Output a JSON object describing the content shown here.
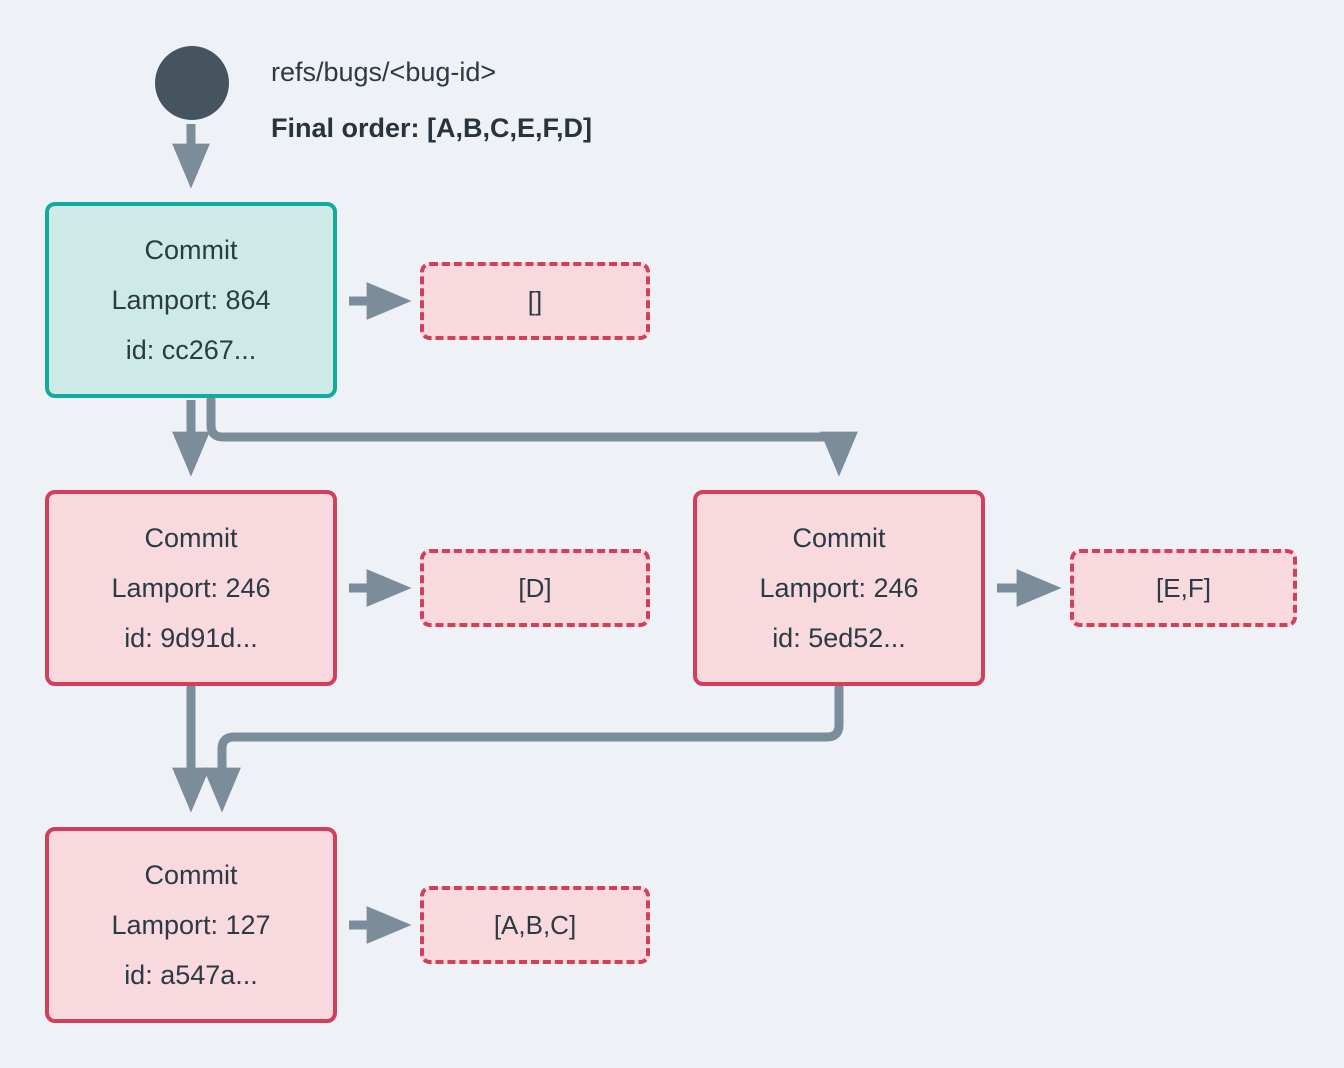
{
  "diagram": {
    "type": "commit-dag",
    "background_color": "#eef2f6",
    "header": {
      "ref_label": "refs/bugs/<bug-id>",
      "final_order_label": "Final order: [A,B,C,E,F,D]"
    },
    "root_node": {
      "name": "branch-head-dot",
      "color": "#46545f"
    },
    "colors": {
      "teal_border": "#11ab9d",
      "teal_fill": "#cdeae7",
      "crimson_border": "#d23f5a",
      "pink_fill": "#f8d9de",
      "edge": "#7b8c9b",
      "text": "#2b3a44"
    },
    "commits": [
      {
        "id": "commit-root",
        "title": "Commit",
        "lamport": "Lamport: 864",
        "hash": "id: cc267...",
        "style": "teal",
        "payload": "[]"
      },
      {
        "id": "commit-left-mid",
        "title": "Commit",
        "lamport": "Lamport: 246",
        "hash": "id: 9d91d...",
        "style": "crimson",
        "payload": "[D]"
      },
      {
        "id": "commit-right-mid",
        "title": "Commit",
        "lamport": "Lamport: 246",
        "hash": "id: 5ed52...",
        "style": "crimson",
        "payload": "[E,F]"
      },
      {
        "id": "commit-bottom",
        "title": "Commit",
        "lamport": "Lamport: 127",
        "hash": "id: a547a...",
        "style": "crimson",
        "payload": "[A,B,C]"
      }
    ],
    "edges": [
      {
        "from": "branch-head-dot",
        "to": "commit-root"
      },
      {
        "from": "commit-root",
        "to": "commit-left-mid"
      },
      {
        "from": "commit-root",
        "to": "commit-right-mid"
      },
      {
        "from": "commit-left-mid",
        "to": "commit-bottom"
      },
      {
        "from": "commit-right-mid",
        "to": "commit-bottom"
      },
      {
        "from": "commit-root",
        "to": "payload-root"
      },
      {
        "from": "commit-left-mid",
        "to": "payload-left-mid"
      },
      {
        "from": "commit-right-mid",
        "to": "payload-right-mid"
      },
      {
        "from": "commit-bottom",
        "to": "payload-bottom"
      }
    ]
  }
}
